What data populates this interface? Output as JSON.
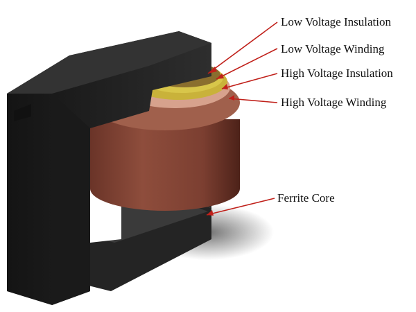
{
  "labels": {
    "low_voltage_insulation": "Low Voltage Insulation",
    "low_voltage_winding": "Low Voltage Winding",
    "high_voltage_insulation": "High Voltage Insulation",
    "high_voltage_winding": "High Voltage Winding",
    "ferrite_core": "Ferrite Core"
  },
  "colors": {
    "core": "#2b2b2b",
    "core_face": "#1e1e1e",
    "hv_winding": "#8a4a3a",
    "hv_winding_dark": "#5e2c22",
    "lv_winding": "#c9b13a",
    "insulation": "#d8a08c",
    "leader_line": "#c0201a"
  }
}
